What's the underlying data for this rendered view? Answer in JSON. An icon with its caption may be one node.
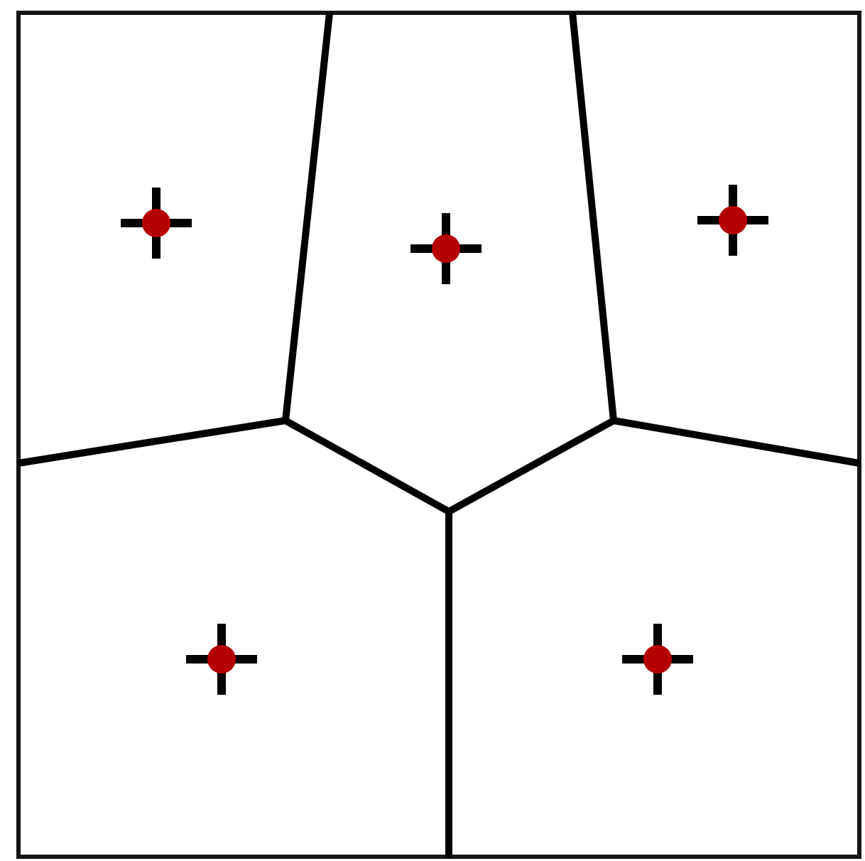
{
  "diagram": {
    "nodes": [
      {
        "text": [],
        "shape": "point"
      },
      {
        "text": [],
        "shape": "point"
      },
      {
        "text": [],
        "shape": "point"
      },
      {
        "text": [],
        "shape": "point"
      },
      {
        "text": [],
        "shape": "point"
      }
    ]
  }
}
